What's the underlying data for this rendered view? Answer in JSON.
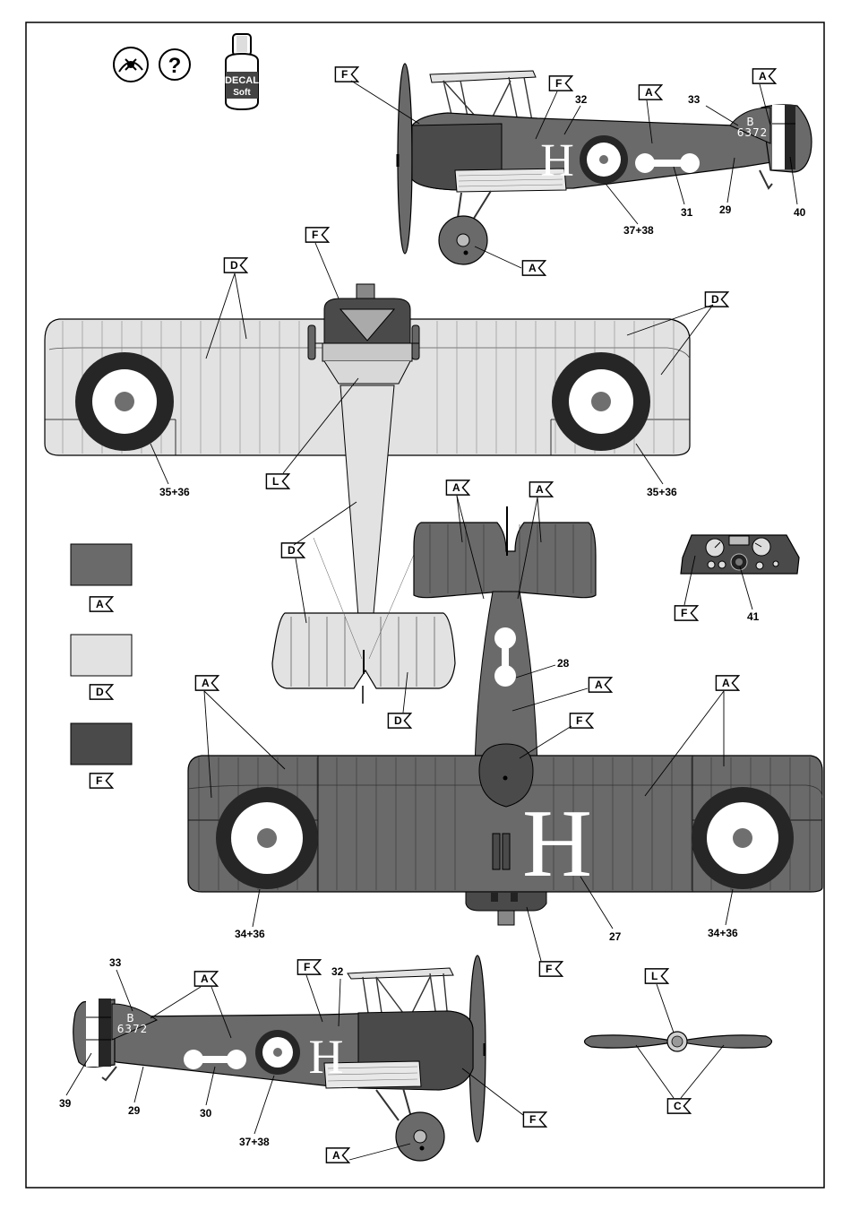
{
  "colors": {
    "A": "#6a6a6a",
    "D": "#e2e2e2",
    "F": "#4a4a4a",
    "L": "#d0d0d0",
    "roundel_outer": "#262626",
    "roundel_mid": "#ffffff",
    "roundel_center": "#6f6f6f"
  },
  "header_icons": {
    "warning_icon": "decal-warning-icon",
    "help_icon": "question-icon",
    "question_glyph": "?",
    "bottle_icon": "decal-soft-bottle-icon",
    "bottle_line1": "DECAL",
    "bottle_line2": "Soft"
  },
  "legend": [
    {
      "code": "A"
    },
    {
      "code": "D"
    },
    {
      "code": "F"
    }
  ],
  "markings": {
    "serial_letter": "B",
    "serial_number": "6372",
    "fuselage_letter": "H"
  },
  "callouts": {
    "top_view": {
      "f1": "F",
      "f2": "F",
      "a1": "A",
      "a2": "A",
      "a3": "A",
      "n32": "32",
      "n33": "33",
      "n31": "31",
      "n29": "29",
      "n40": "40",
      "n3738": "37+38"
    },
    "upper_wing": {
      "d1": "D",
      "f": "F",
      "d2": "D",
      "l": "L",
      "n3536a": "35+36",
      "n3536b": "35+36"
    },
    "tail_top": {
      "a1": "A",
      "a2": "A",
      "d1": "D",
      "d2": "D"
    },
    "panel": {
      "f": "F",
      "n41": "41"
    },
    "lower_wing": {
      "a1": "A",
      "a2": "A",
      "a3": "A",
      "f1": "F",
      "f2": "F",
      "n28": "28",
      "n27": "27",
      "n3436a": "34+36",
      "n3436b": "34+36"
    },
    "bottom_view": {
      "n33": "33",
      "a1": "A",
      "f1": "F",
      "n32": "32",
      "f2": "F",
      "a2": "A",
      "n39": "39",
      "n29": "29",
      "n30": "30",
      "n3738": "37+38"
    },
    "propeller": {
      "l": "L",
      "c": "C"
    }
  }
}
